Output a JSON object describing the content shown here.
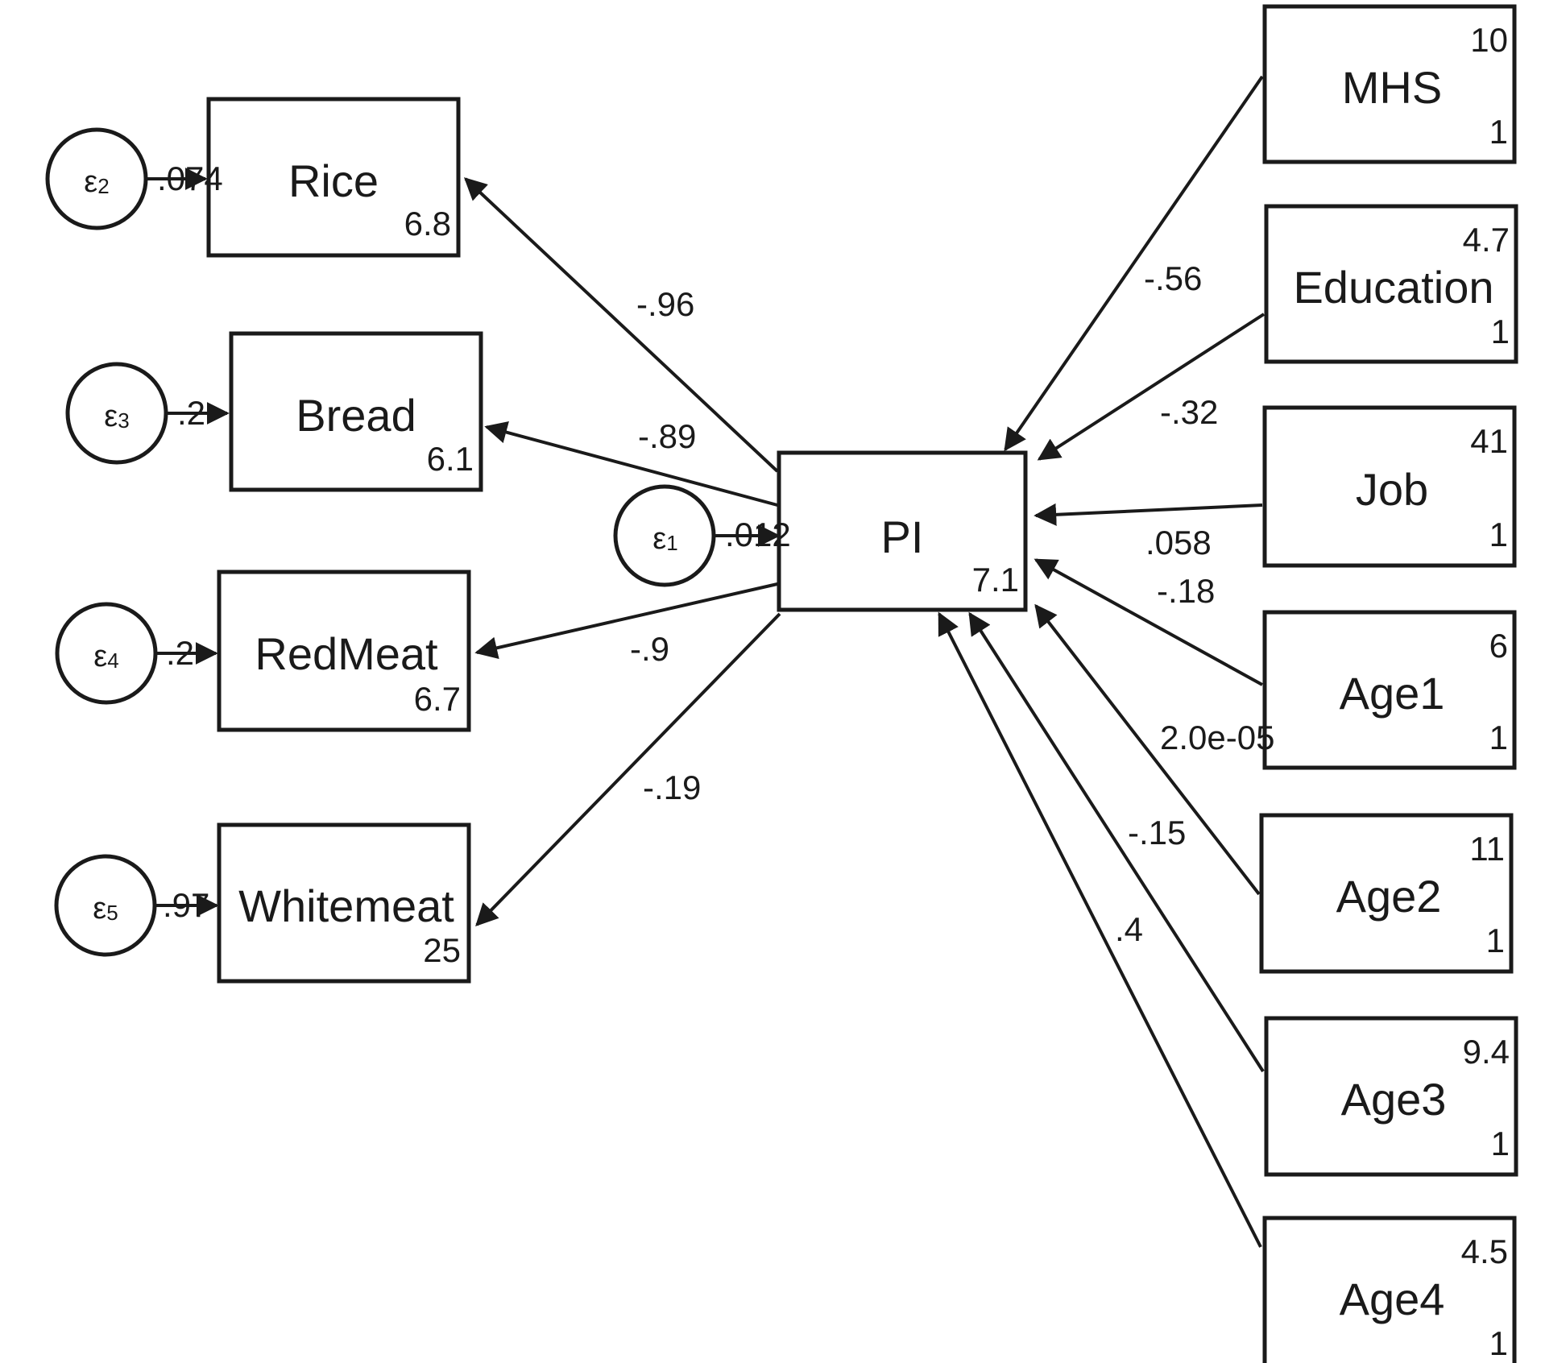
{
  "colors": {
    "stroke": "#1a1a1a",
    "background": "#ffffff"
  },
  "center": {
    "label": "PI",
    "intercept": "7.1",
    "error": {
      "symbol": "ε",
      "index": "1",
      "variance": ".012"
    }
  },
  "outcomes": [
    {
      "label": "Rice",
      "intercept": "6.8",
      "coef": "-.96",
      "error": {
        "symbol": "ε",
        "index": "2",
        "variance": ".074"
      }
    },
    {
      "label": "Bread",
      "intercept": "6.1",
      "coef": "-.89",
      "error": {
        "symbol": "ε",
        "index": "3",
        "variance": ".2"
      }
    },
    {
      "label": "RedMeat",
      "intercept": "6.7",
      "coef": "-.9",
      "error": {
        "symbol": "ε",
        "index": "4",
        "variance": ".2"
      }
    },
    {
      "label": "Whitemeat",
      "intercept": "25",
      "coef": "-.19",
      "error": {
        "symbol": "ε",
        "index": "5",
        "variance": ".97"
      }
    }
  ],
  "predictors": [
    {
      "label": "MHS",
      "mean": "10",
      "variance": "1",
      "coef": "-.56"
    },
    {
      "label": "Education",
      "mean": "4.7",
      "variance": "1",
      "coef": "-.32"
    },
    {
      "label": "Job",
      "mean": "41",
      "variance": "1",
      "coef": ".058"
    },
    {
      "label": "Age1",
      "mean": "6",
      "variance": "1",
      "coef": "-.18"
    },
    {
      "label": "Age2",
      "mean": "11",
      "variance": "1",
      "coef": "2.0e-05"
    },
    {
      "label": "Age3",
      "mean": "9.4",
      "variance": "1",
      "coef": "-.15"
    },
    {
      "label": "Age4",
      "mean": "4.5",
      "variance": "1",
      "coef": ".4"
    }
  ]
}
